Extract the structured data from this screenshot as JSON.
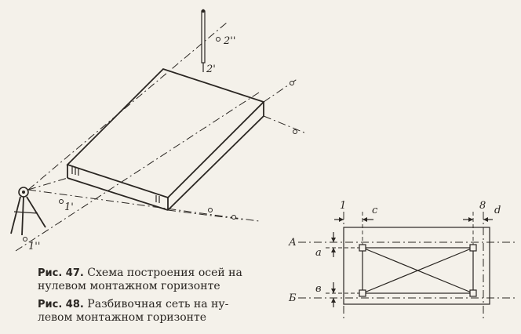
{
  "figure47": {
    "labels": {
      "point_2_double_prime": "2''",
      "point_2_prime": "2'",
      "point_1_prime": "1'",
      "point_1_double_prime": "1''"
    }
  },
  "figure48": {
    "labels": {
      "axis_1": "1",
      "axis_8": "8",
      "dim_c": "c",
      "dim_d": "d",
      "axis_A": "А",
      "axis_B": "Б",
      "dim_a": "а",
      "dim_v": "в"
    }
  },
  "captions": {
    "fig47_ref": "Рис. 47.",
    "fig47_text_line1": "Схема построения осей на",
    "fig47_text_line2": "нулевом монтажном горизонте",
    "fig48_ref": "Рис. 48.",
    "fig48_text_line1": "Разбивочная сеть на ну-",
    "fig48_text_line2": "левом монтажном горизонте"
  }
}
